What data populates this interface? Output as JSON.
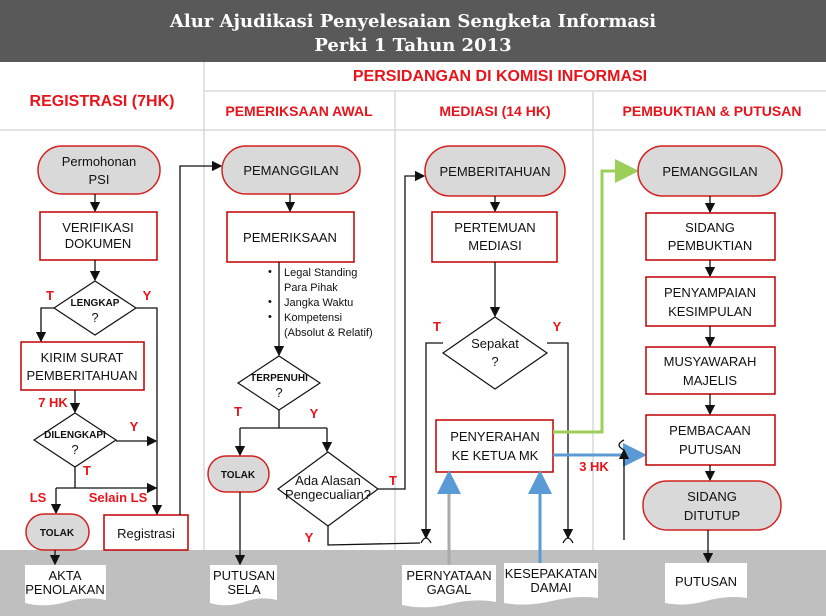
{
  "header": {
    "title_line1": "Alur Ajudikasi Penyelesaian Sengketa Informasi",
    "title_line2": "Perki 1 Tahun 2013"
  },
  "sections": {
    "registrasi": "REGISTRASI (7HK)",
    "persidangan": "PERSIDANGAN DI KOMISI INFORMASI",
    "pemeriksaan_awal": "PEMERIKSAAN AWAL",
    "mediasi": "MEDIASI (14 HK)",
    "pembuktian": "PEMBUKTIAN & PUTUSAN"
  },
  "registrasi": {
    "permohonan": [
      "Permohonan",
      "PSI"
    ],
    "verifikasi": [
      "VERIFIKASI",
      "DOKUMEN"
    ],
    "lengkap": [
      "LENGKAP",
      "?"
    ],
    "kirim_surat": [
      "KIRIM SURAT",
      "PEMBERITAHUAN"
    ],
    "dilengkapi": [
      "DILENGKAPI",
      "?"
    ],
    "tolak": "TOLAK",
    "registrasi": "Registrasi",
    "labels": {
      "t1": "T",
      "y1": "Y",
      "hk7": "7 HK",
      "y2": "Y",
      "t2": "T",
      "ls": "LS",
      "selain_ls": "Selain LS"
    },
    "doc": [
      "AKTA",
      "PENOLAKAN"
    ]
  },
  "pemeriksaan": {
    "pemanggilan": "PEMANGGILAN",
    "pemeriksaan": "PEMERIKSAAN",
    "bullets": [
      "Legal Standing",
      "Para Pihak",
      "Jangka Waktu",
      "Kompetensi",
      "(Absolut & Relatif)"
    ],
    "terpenuhi": [
      "TERPENUHI",
      "?"
    ],
    "tolak": "TOLAK",
    "alasan": [
      "Ada Alasan",
      "Pengecualian?"
    ],
    "labels": {
      "t": "T",
      "y": "Y",
      "t2": "T",
      "y2": "Y"
    },
    "doc": [
      "PUTUSAN",
      "SELA"
    ]
  },
  "mediasi": {
    "pemberitahuan": "PEMBERITAHUAN",
    "pertemuan": [
      "PERTEMUAN",
      "MEDIASI"
    ],
    "sepakat": [
      "Sepakat",
      "?"
    ],
    "penyerahan": [
      "PENYERAHAN",
      "KE KETUA MK"
    ],
    "labels": {
      "t": "T",
      "y": "Y",
      "hk3": "3 HK"
    },
    "doc_gagal": [
      "PERNYATAAN",
      "GAGAL"
    ],
    "doc_damai": [
      "KESEPAKATAN",
      "DAMAI"
    ]
  },
  "pembuktian": {
    "pemanggilan": "PEMANGGILAN",
    "sidang": [
      "SIDANG",
      "PEMBUKTIAN"
    ],
    "penyampaian": [
      "PENYAMPAIAN",
      "KESIMPULAN"
    ],
    "musyawarah": [
      "MUSYAWARAH",
      "MAJELIS"
    ],
    "pembacaan": [
      "PEMBACAAN",
      "PUTUSAN"
    ],
    "ditutup": [
      "SIDANG",
      "DITUTUP"
    ],
    "doc": "PUTUSAN"
  },
  "colors": {
    "header": "#595959",
    "accent": "#e8141b",
    "green": "#9bcf5a",
    "blue": "#5b9bd5",
    "band": "#bfbfbf"
  }
}
